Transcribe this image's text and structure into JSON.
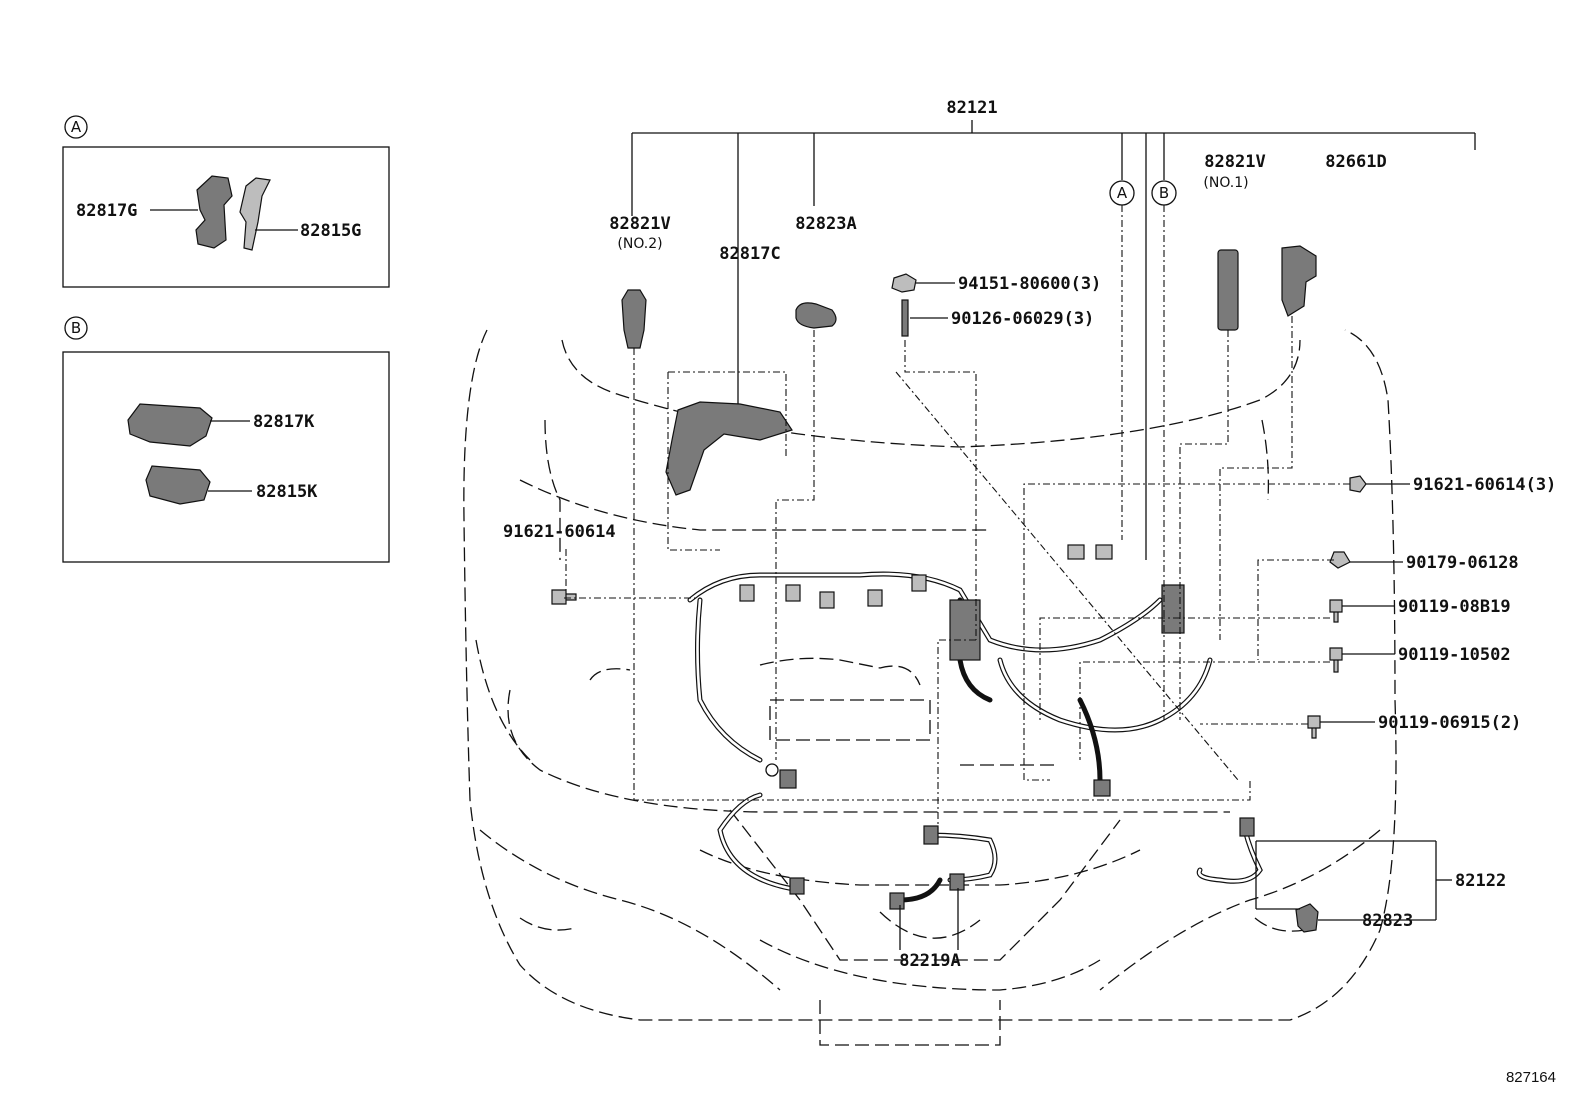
{
  "diagram": {
    "insets": [
      {
        "marker": "A",
        "parts": [
          "82817G",
          "82815G"
        ]
      },
      {
        "marker": "B",
        "parts": [
          "82817K",
          "82815K"
        ]
      }
    ],
    "labels": {
      "main_harness": "82121",
      "p_82821v_no2": "82821V",
      "p_82821v_no2_note": "(NO.2)",
      "p_82817c": "82817C",
      "p_82823a": "82823A",
      "p_94151": "94151-80600(3)",
      "p_90126": "90126-06029(3)",
      "marker_a": "A",
      "marker_b": "B",
      "p_82821v_no1": "82821V",
      "p_82821v_no1_note": "(NO.1)",
      "p_82661d": "82661D",
      "p_91621_left": "91621-60614",
      "p_91621_right": "91621-60614(3)",
      "p_90179": "90179-06128",
      "p_90119_08b19": "90119-08B19",
      "p_90119_10502": "90119-10502",
      "p_90119_06915": "90119-06915(2)",
      "p_82122": "82122",
      "p_82823": "82823",
      "p_82219a": "82219A"
    },
    "reference_number": "827164"
  }
}
